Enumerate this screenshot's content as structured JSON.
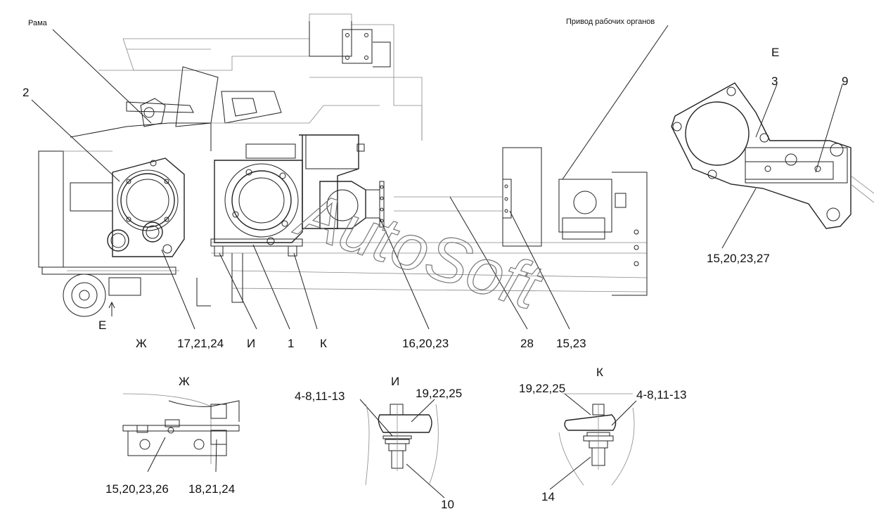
{
  "labels": {
    "rama": "Рама",
    "privod": "Привод рабочих органов",
    "view_e": "Е",
    "main": {
      "n2": "2",
      "e_arrow": "Е",
      "zh": "Ж",
      "p17": "17,21,24",
      "i": "И",
      "p1": "1",
      "k": "К",
      "p16": "16,20,23",
      "p28": "28",
      "p15_23": "15,23"
    },
    "detail_e": {
      "n3": "3",
      "n9": "9",
      "p15": "15,20,23,27"
    },
    "detail_zh": {
      "title": "Ж",
      "p15": "15,20,23,26",
      "p18": "18,21,24"
    },
    "detail_i": {
      "title": "И",
      "p4": "4-8,11-13",
      "p19": "19,22,25",
      "p10": "10"
    },
    "detail_k": {
      "title": "К",
      "p19": "19,22,25",
      "p4": "4-8,11-13",
      "p14": "14"
    }
  },
  "watermark": "AutoSoft"
}
